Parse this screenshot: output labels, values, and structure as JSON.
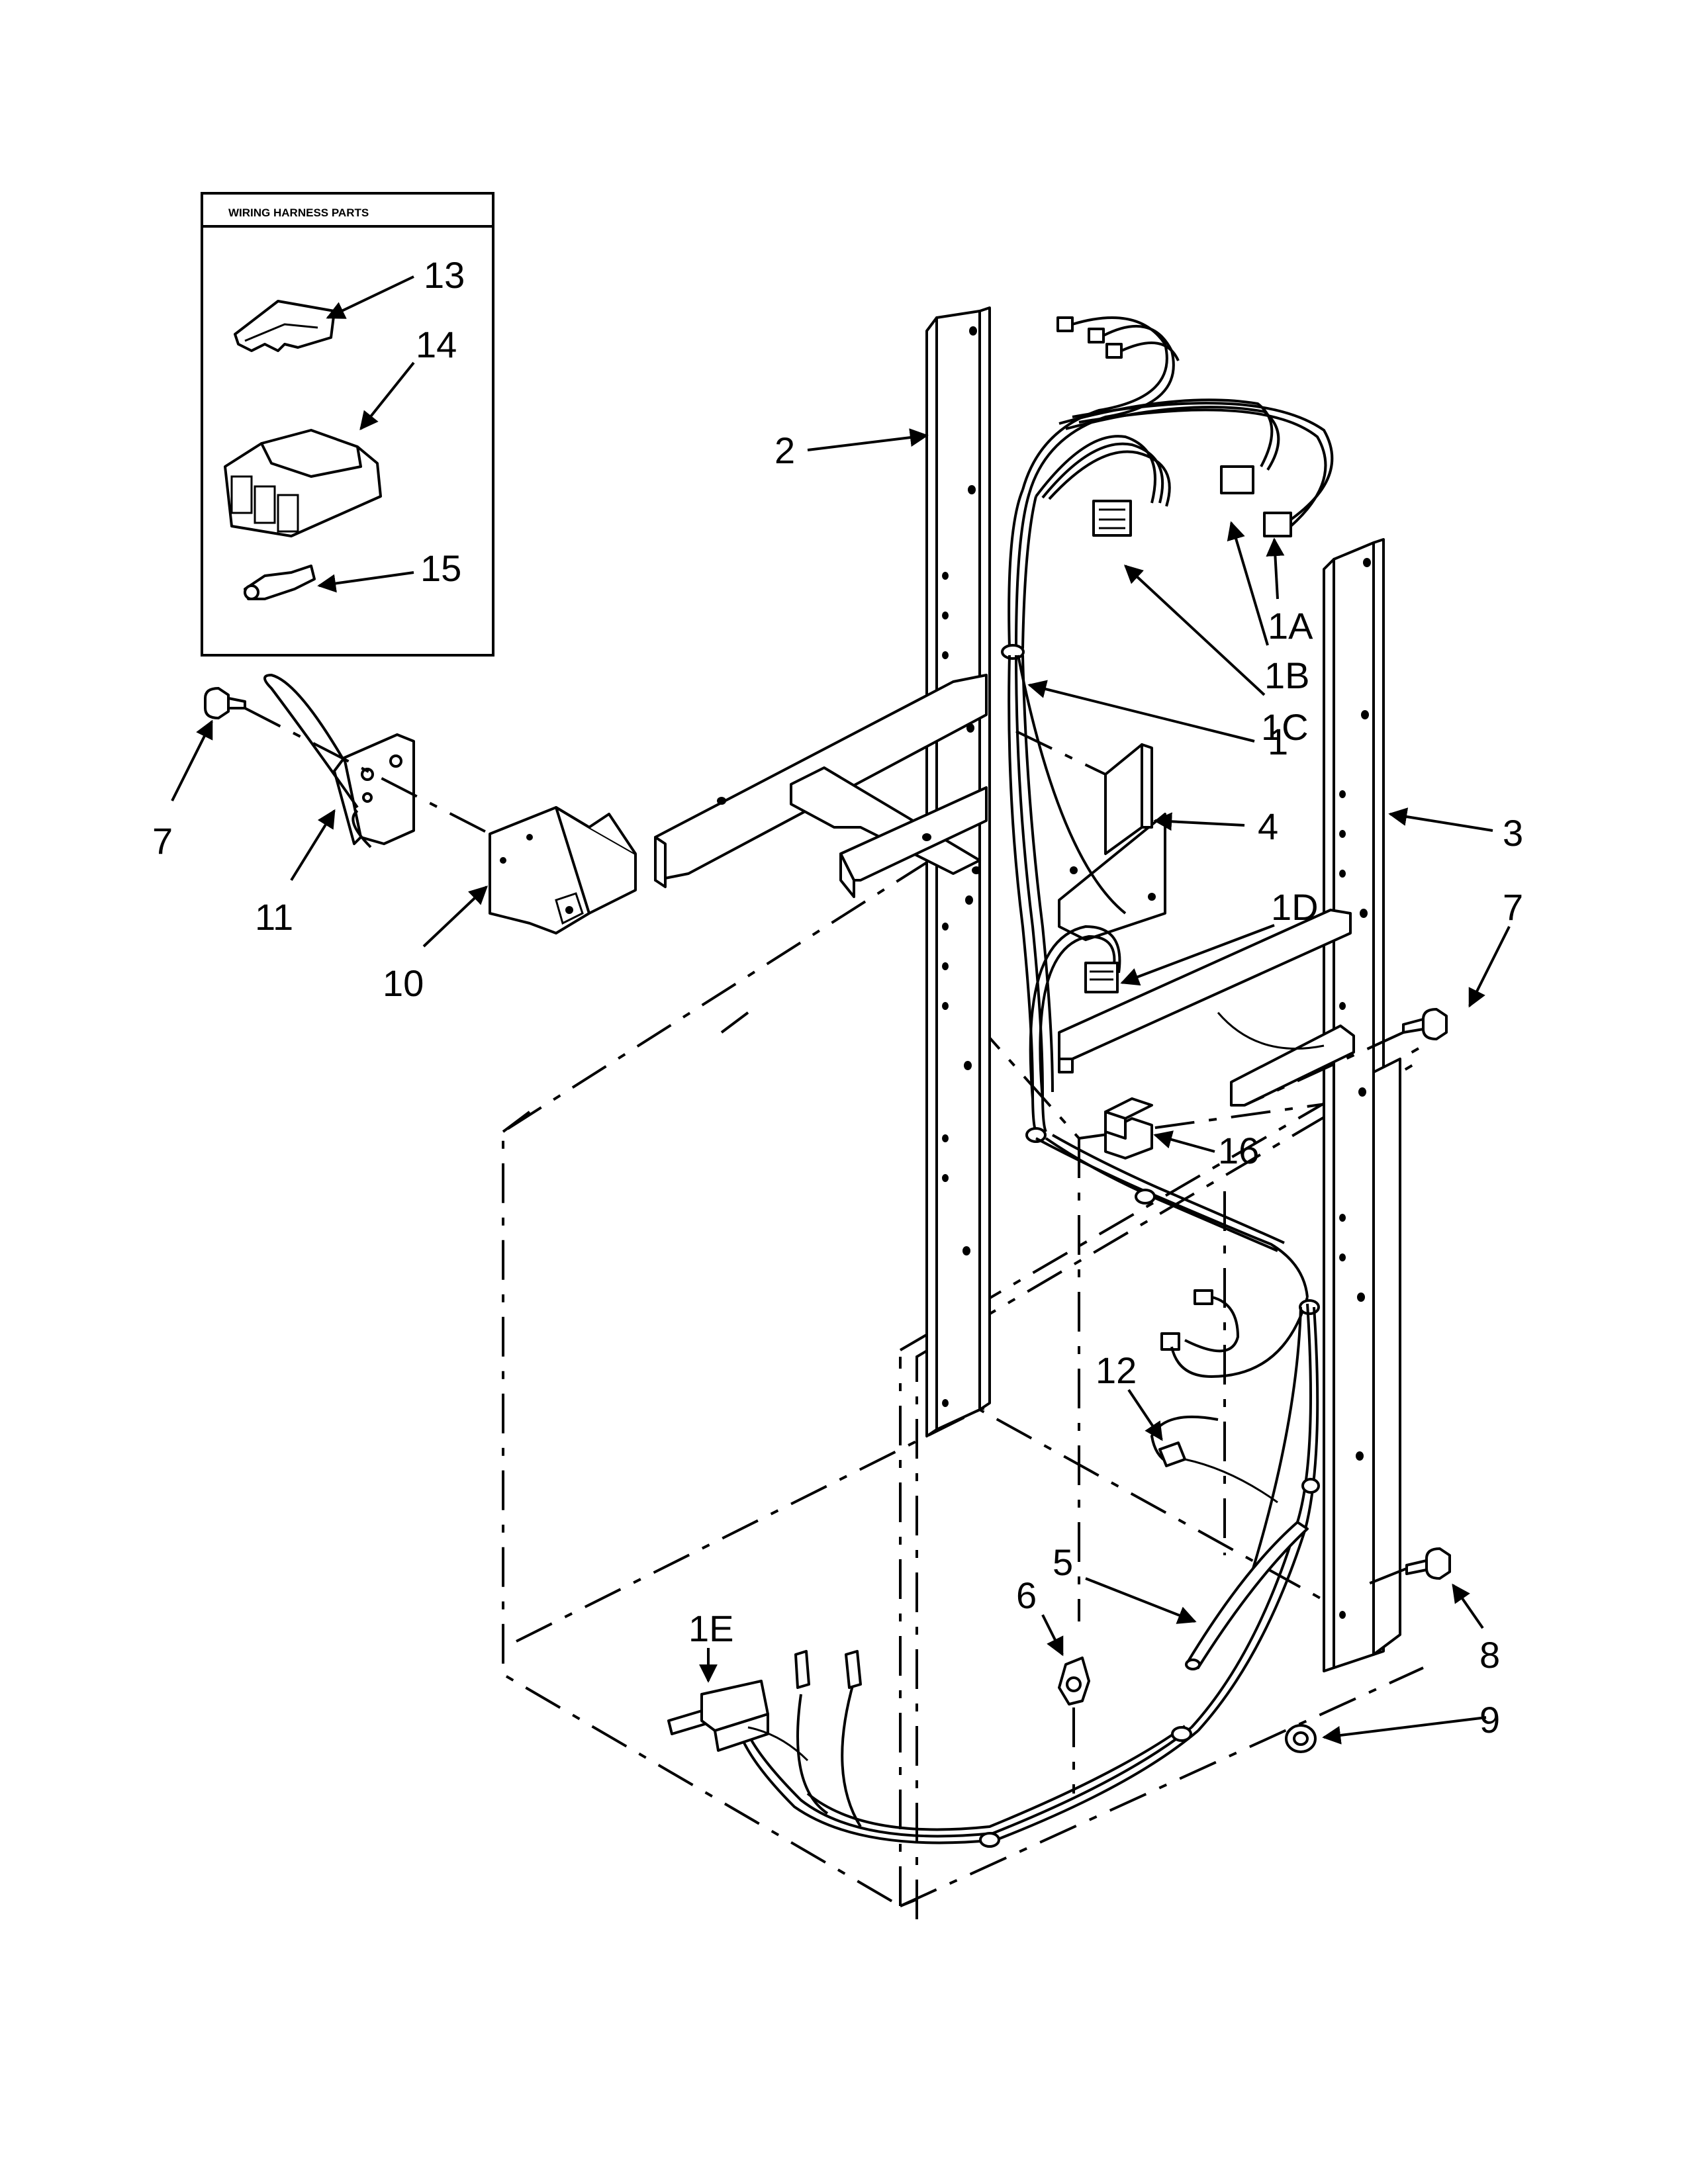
{
  "inset": {
    "title": "WIRING HARNESS PARTS"
  },
  "callouts": {
    "c1": "1",
    "c1A": "1A",
    "c1B": "1B",
    "c1C": "1C",
    "c1D": "1D",
    "c1E": "1E",
    "c2": "2",
    "c3": "3",
    "c4": "4",
    "c5": "5",
    "c6": "6",
    "c7a": "7",
    "c7b": "7",
    "c8": "8",
    "c9": "9",
    "c10": "10",
    "c11": "11",
    "c12": "12",
    "c13": "13",
    "c14": "14",
    "c15": "15",
    "c16": "16"
  }
}
